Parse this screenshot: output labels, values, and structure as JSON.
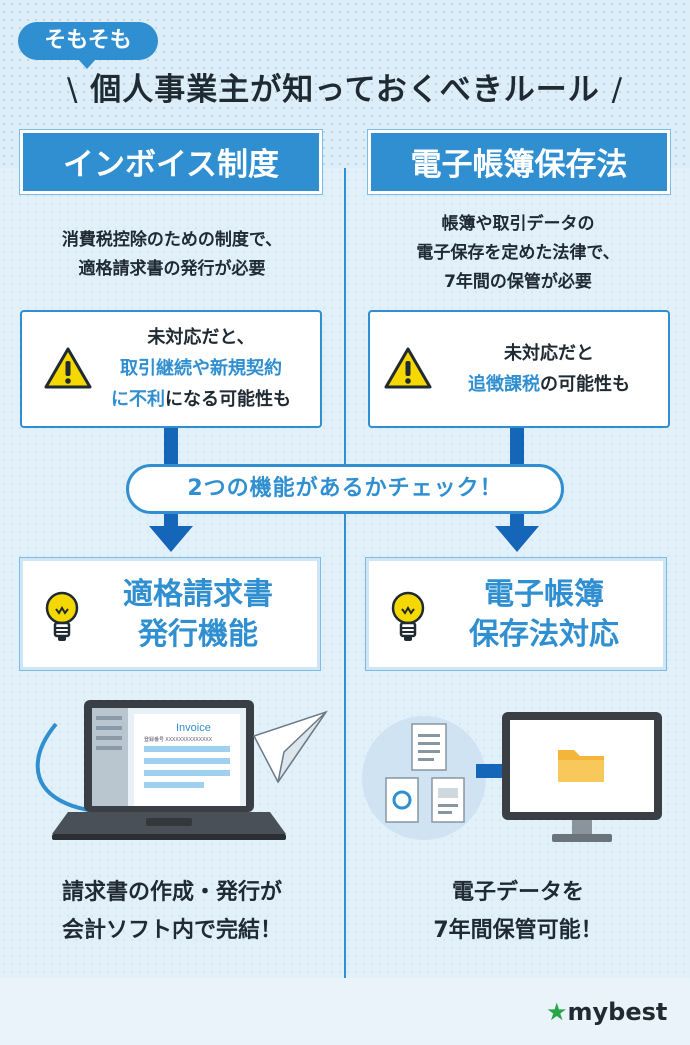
{
  "header": {
    "badge": "そもそも",
    "slash_left": "\\",
    "title": "個人事業主が知っておくべきルール",
    "slash_right": "/"
  },
  "left": {
    "title": "インボイス制度",
    "desc_lines": [
      "消費税控除のための制度で、",
      "適格請求書の発行が必要"
    ],
    "warning": {
      "line1": "未対応だと、",
      "line2_hl": "取引継続や新規契約",
      "line3_hl": "に不利",
      "line3_rest": "になる可能性も"
    },
    "feature_lines": [
      "適格請求書",
      "発行機能"
    ],
    "illustration": {
      "label": "Invoice",
      "sub": "登録番号 XXXXXXXXXXXXXX"
    },
    "bottom_lines": [
      "請求書の作成・発行が",
      "会計ソフト内で完結！"
    ]
  },
  "right": {
    "title": "電子帳簿保存法",
    "desc_lines": [
      "帳簿や取引データの",
      "電子保存を定めた法律で、",
      "7年間の保管が必要"
    ],
    "warning": {
      "line1": "未対応だと",
      "line2_hl": "追徴課税",
      "line2_rest": "の可能性も"
    },
    "feature_lines": [
      "電子帳簿",
      "保存法対応"
    ],
    "bottom_lines": [
      "電子データを",
      "7年間保管可能！"
    ]
  },
  "check_banner": "2つの機能があるかチェック！",
  "brand": {
    "name": "mybest",
    "star": "★"
  },
  "colors": {
    "accent": "#2f8fd0",
    "arrow": "#1565b8",
    "warning": "#f5d800",
    "brand_star": "#2aa54a"
  },
  "icons": [
    "warning-icon",
    "lightbulb-icon",
    "paper-plane-icon",
    "laptop-icon",
    "document-icon",
    "folder-icon",
    "monitor-icon"
  ]
}
